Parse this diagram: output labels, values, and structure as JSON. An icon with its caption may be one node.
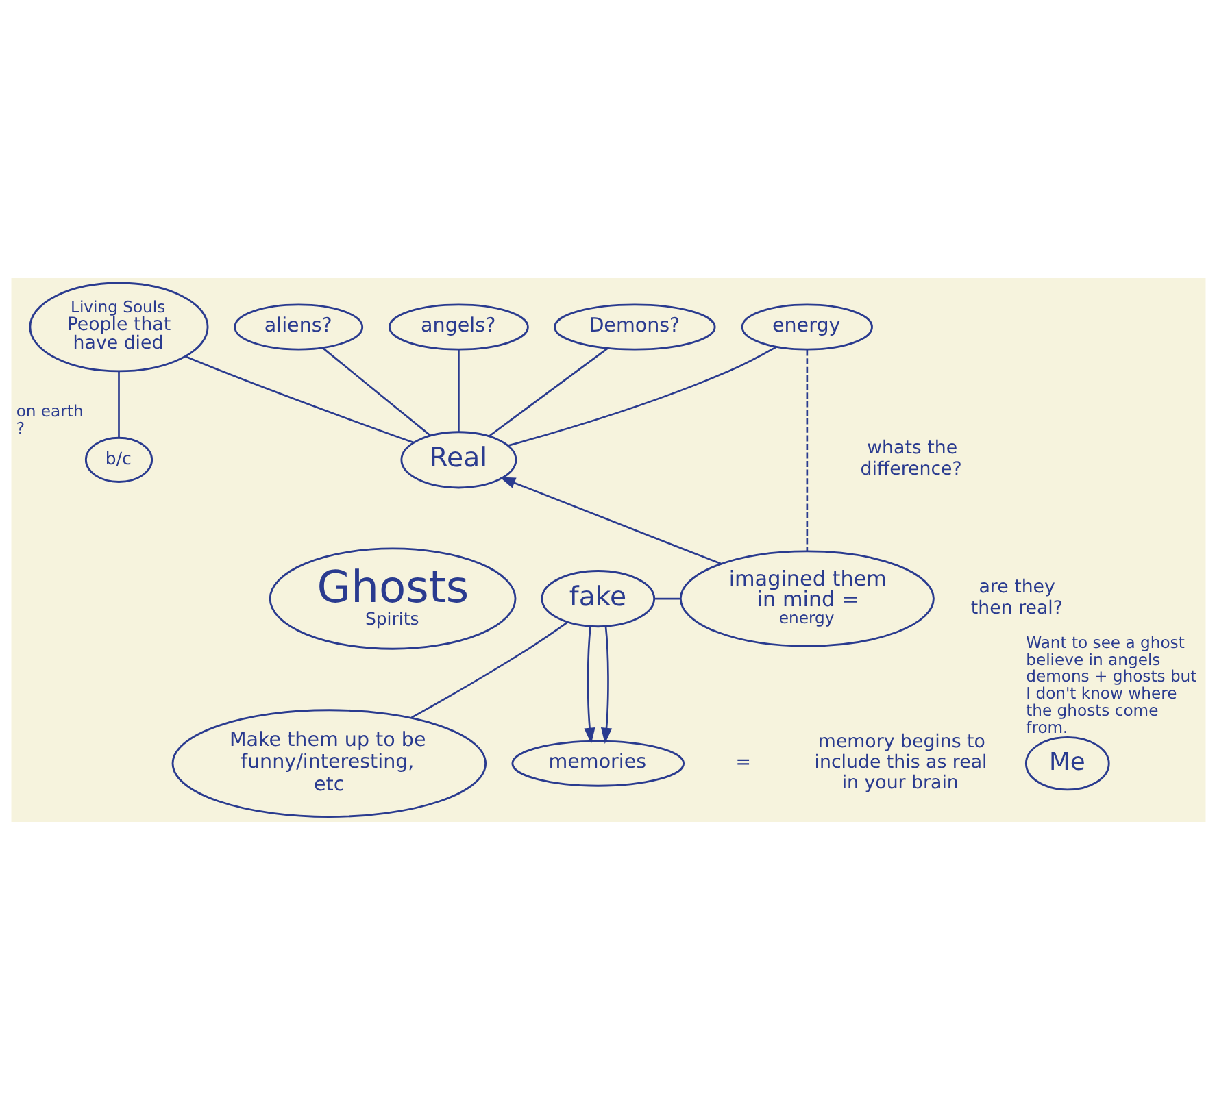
{
  "diagram": {
    "nodes": [
      {
        "text": [
          "Living Souls",
          "People that have died"
        ]
      },
      {
        "text": [
          "aliens?"
        ]
      },
      {
        "text": [
          "angels?"
        ]
      },
      {
        "text": [
          "Demons?"
        ]
      },
      {
        "text": [
          "energy"
        ]
      },
      {
        "text": [
          "b/c"
        ],
        "beside": [
          "on earth",
          "?"
        ]
      },
      {
        "text": [
          "Real"
        ]
      },
      {
        "text": [
          "Ghosts",
          "Spirits"
        ]
      },
      {
        "text": [
          "Me"
        ],
        "beside": [
          "Want to see a ghost",
          "believe in angels demons + ghosts but I don't know where the ghosts come from."
        ]
      },
      {
        "text": [
          "fake"
        ]
      },
      {
        "text": [
          "imagined them in mind =",
          "energy"
        ]
      },
      {
        "text": [
          "Make them up to be funny/interesting, etc"
        ]
      },
      {
        "text": [
          "memories"
        ]
      }
    ],
    "edges": [
      {
        "from": 0,
        "to": 6,
        "arrow": "none"
      },
      {
        "from": 1,
        "to": 6,
        "arrow": "none"
      },
      {
        "from": 2,
        "to": 6,
        "arrow": "none"
      },
      {
        "from": 3,
        "to": 6,
        "arrow": "none"
      },
      {
        "from": 4,
        "to": 6,
        "arrow": "none"
      },
      {
        "from": 0,
        "to": 5,
        "arrow": "none"
      },
      {
        "from": 4,
        "to": 10,
        "arrow": "none",
        "style": "dashed"
      },
      {
        "from": 10,
        "to": 6,
        "arrow": "to"
      },
      {
        "from": 9,
        "to": 10,
        "arrow": "none"
      },
      {
        "from": 9,
        "to": 11,
        "arrow": "none"
      },
      {
        "from": 9,
        "to": 12,
        "arrow": "to"
      },
      {
        "from": 9,
        "to": 12,
        "arrow": "to"
      }
    ],
    "labels": [
      "whats the difference?",
      "are they then real?",
      "=",
      "memory begins to include this as real in your brain"
    ]
  }
}
